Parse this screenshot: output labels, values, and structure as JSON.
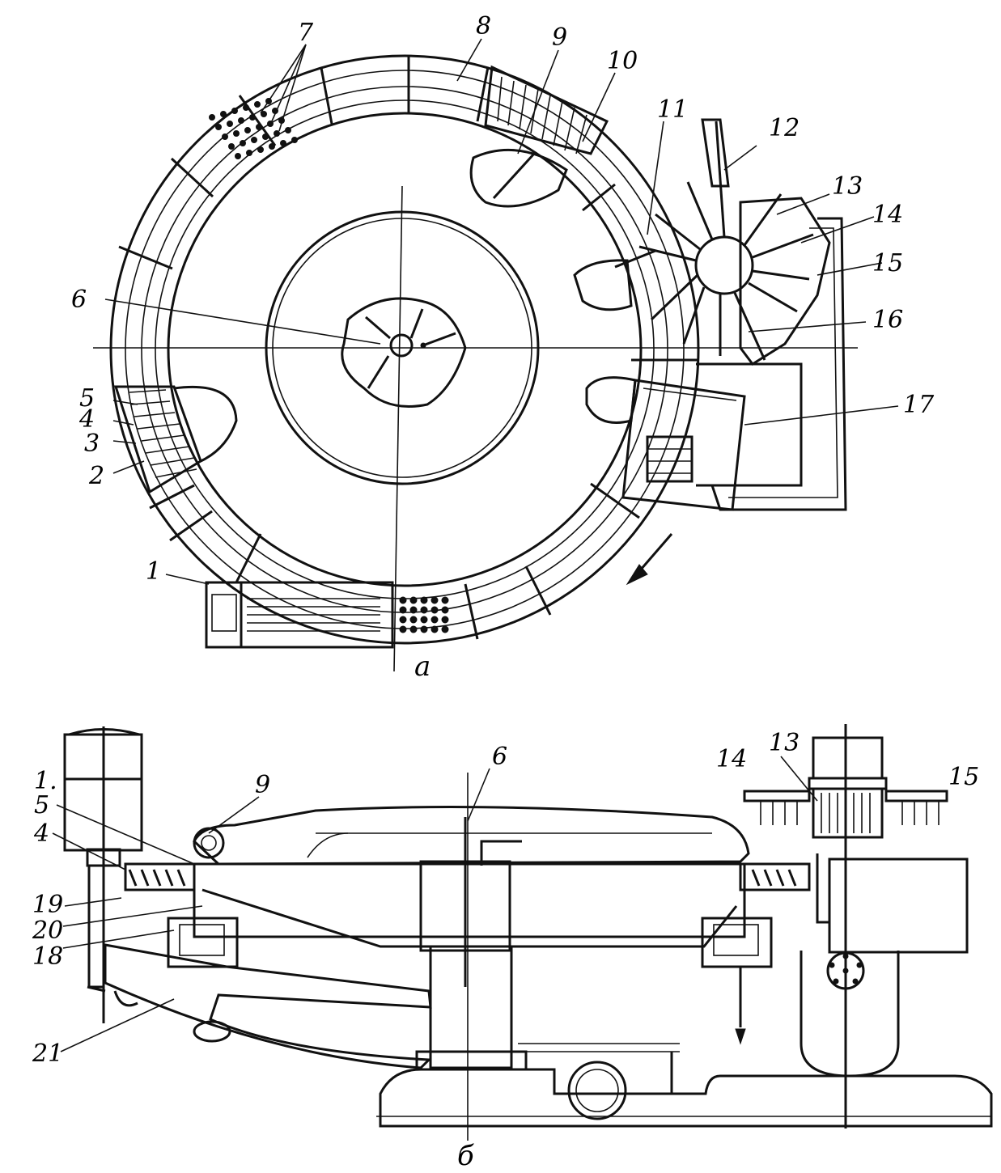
{
  "figure": {
    "panel_a_caption": "a",
    "panel_b_caption": "б",
    "rotation_arrow_icon": "arrow-sw-icon"
  },
  "callouts": {
    "c1": "1",
    "c2": "2",
    "c3": "3",
    "c4": "4",
    "c5": "5",
    "c6": "6",
    "c7": "7",
    "c8": "8",
    "c9": "9",
    "c10": "10",
    "c11": "11",
    "c12": "12",
    "c13": "13",
    "c14": "14",
    "c15": "15",
    "c16": "16",
    "c17": "17",
    "c18": "18",
    "c19": "19",
    "c20": "20",
    "c21": "21",
    "c1b": "1.",
    "c4b": "4",
    "c5b": "5",
    "c6b": "6",
    "c9b": "9",
    "c13b": "13",
    "c14b": "14",
    "c15b": "15"
  }
}
